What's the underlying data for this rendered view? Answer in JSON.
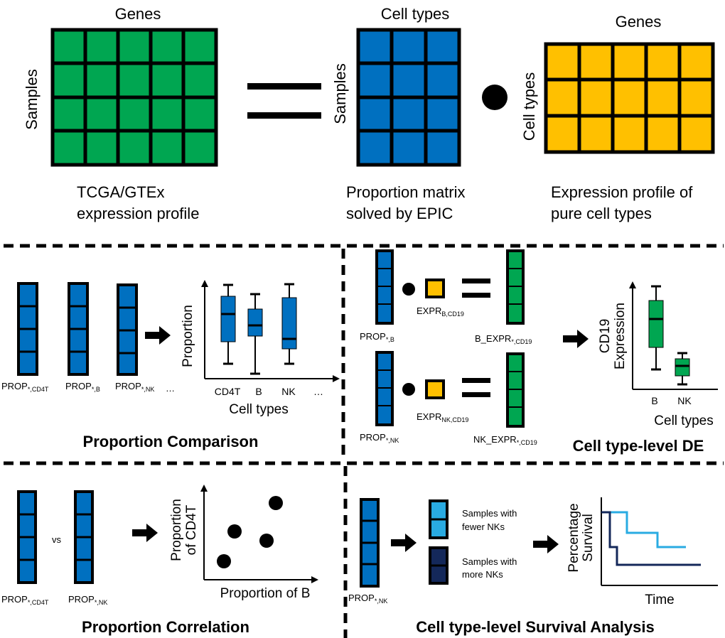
{
  "colors": {
    "green": "#00a651",
    "blue": "#0070c0",
    "yellow": "#ffc000",
    "light_blue": "#29abe2",
    "navy": "#14285a",
    "line": "#000000"
  },
  "top": {
    "m1": {
      "top_label": "Genes",
      "side_label": "Samples",
      "caption1": "TCGA/GTEx",
      "caption2": "expression profile"
    },
    "m2": {
      "top_label": "Cell types",
      "side_label": "Samples",
      "caption1": "Proportion matrix",
      "caption2": "solved by EPIC"
    },
    "m3": {
      "top_label": "Genes",
      "side_label": "Cell types",
      "caption1": "Expression profile of",
      "caption2": "pure cell types"
    }
  },
  "panel1": {
    "title": "Proportion Comparison",
    "labels": [
      {
        "main": "PROP",
        "sub": "*,CD4T"
      },
      {
        "main": "PROP",
        "sub": "*,B"
      },
      {
        "main": "PROP",
        "sub": "*,NK"
      }
    ],
    "ellipsis": "…",
    "chart": {
      "ylabel": "Proportion",
      "xlabel": "Cell types",
      "categories": [
        "CD4T",
        "B",
        "NK",
        "…"
      ]
    }
  },
  "panel2": {
    "title": "Cell type-level DE",
    "row1": {
      "prop_main": "PROP",
      "prop_sub": "*,B",
      "expr_main": "EXPR",
      "expr_sub": "B,CD19",
      "out_main": "B_EXPR",
      "out_sub": "*,CD19"
    },
    "row2": {
      "prop_main": "PROP",
      "prop_sub": "*,NK",
      "expr_main": "EXPR",
      "expr_sub": "NK,CD19",
      "out_main": "NK_EXPR",
      "out_sub": "*,CD19"
    },
    "chart": {
      "ylabel1": "CD19",
      "ylabel2": "Expression",
      "xlabel": "Cell types",
      "categories": [
        "B",
        "NK"
      ]
    }
  },
  "panel3": {
    "title": "Proportion Correlation",
    "vs": "vs",
    "labels": [
      {
        "main": "PROP",
        "sub": "*,CD4T"
      },
      {
        "main": "PROP",
        "sub": "*,NK"
      }
    ],
    "chart": {
      "ylabel1": "Proportion",
      "ylabel2": "of CD4T",
      "xlabel": "Proportion of B"
    }
  },
  "panel4": {
    "title": "Cell type-level Survival Analysis",
    "prop": {
      "main": "PROP",
      "sub": "*,NK"
    },
    "group1": {
      "line1": "Samples with",
      "line2": "fewer NKs"
    },
    "group2": {
      "line1": "Samples with",
      "line2": "more NKs"
    },
    "chart": {
      "ylabel1": "Percentage",
      "ylabel2": "Survival",
      "xlabel": "Time"
    }
  }
}
